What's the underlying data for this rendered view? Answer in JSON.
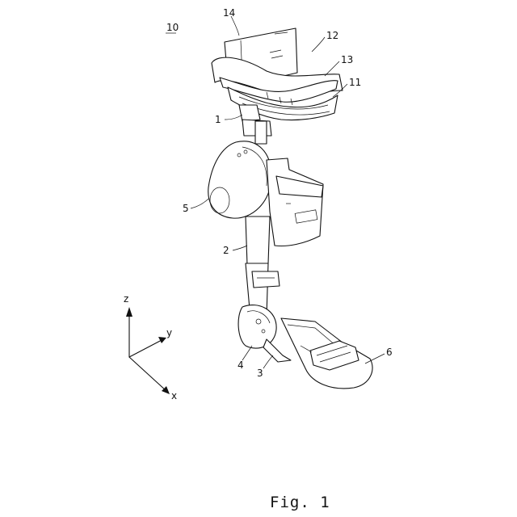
{
  "figure": {
    "assembly_ref": "10",
    "caption": "Fig. 1"
  },
  "parts": [
    {
      "id": "1",
      "name": "1"
    },
    {
      "id": "2",
      "name": "2"
    },
    {
      "id": "3",
      "name": "3"
    },
    {
      "id": "4",
      "name": "4"
    },
    {
      "id": "5",
      "name": "5"
    },
    {
      "id": "6",
      "name": "6"
    },
    {
      "id": "11",
      "name": "11"
    },
    {
      "id": "12",
      "name": "12"
    },
    {
      "id": "13",
      "name": "13"
    },
    {
      "id": "14",
      "name": "14"
    }
  ],
  "axes": {
    "x": "x",
    "y": "y",
    "z": "z"
  }
}
